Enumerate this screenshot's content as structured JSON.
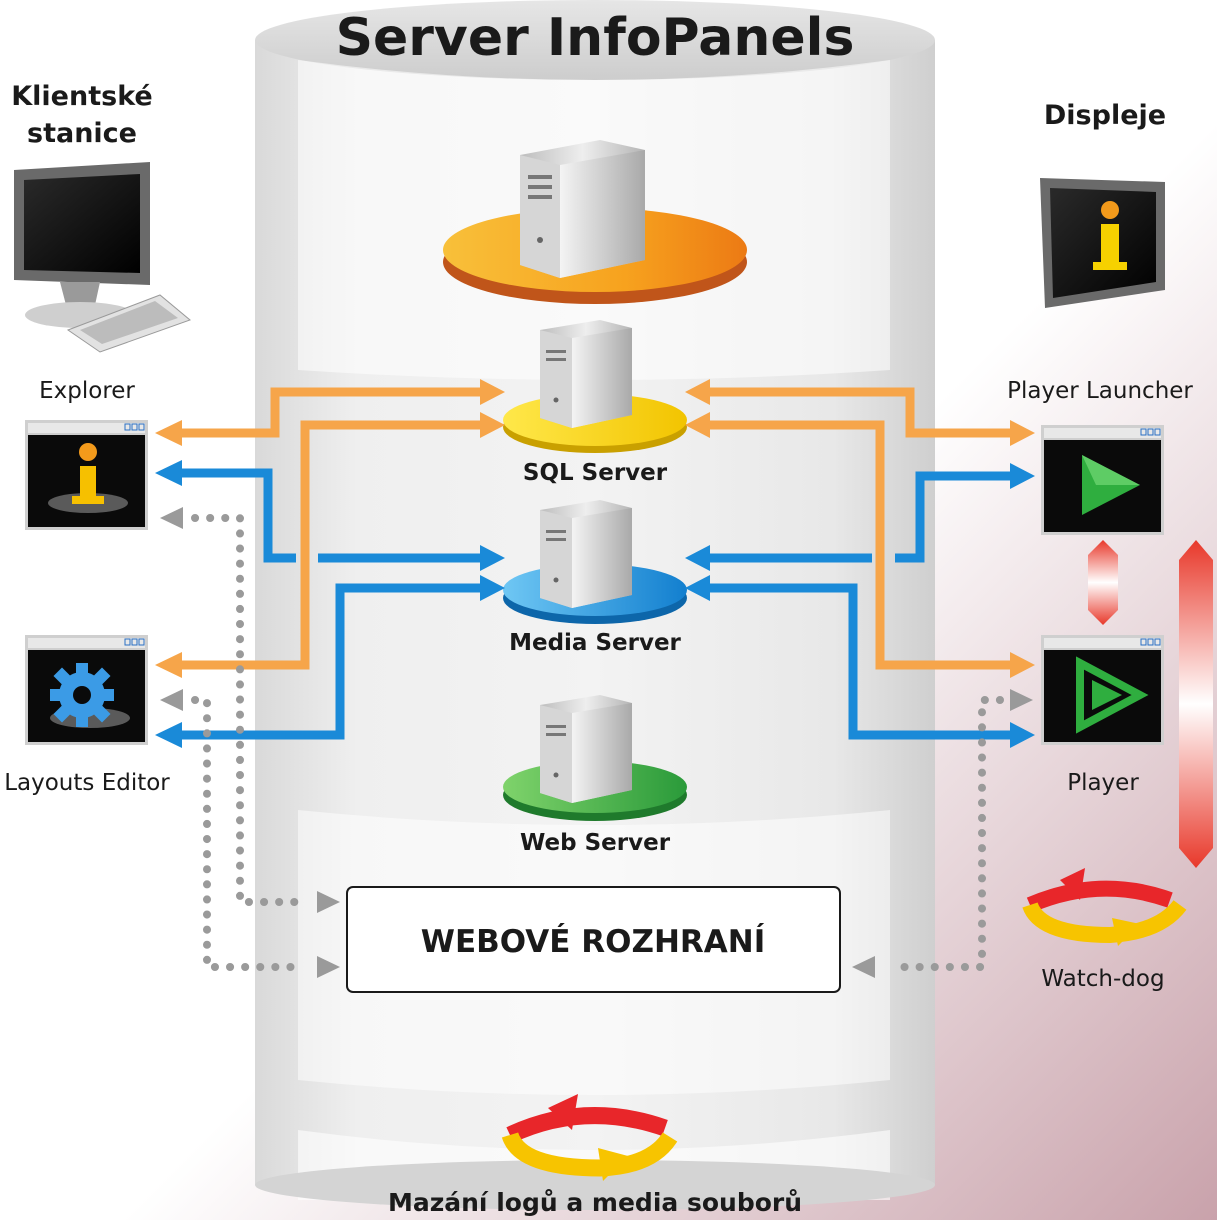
{
  "title": "Server InfoPanels",
  "left_column": {
    "heading_line1": "Klientské",
    "heading_line2": "stanice",
    "explorer_label": "Explorer",
    "layouts_editor_label": "Layouts Editor"
  },
  "right_column": {
    "heading": "Displeje",
    "player_launcher_label": "Player Launcher",
    "player_label": "Player",
    "watchdog_label": "Watch-dog"
  },
  "servers": {
    "sql": "SQL Server",
    "media": "Media Server",
    "web": "Web Server"
  },
  "web_interface": "WEBOVÉ ROZHRANÍ",
  "footer_label": "Mazání logů a media souborů",
  "colors": {
    "orange": "#f6a54a",
    "blue": "#1a8ad8",
    "gray_dots": "#9a9a9a",
    "sql_disc": "#f5d000",
    "media_disc": "#1f93df",
    "web_disc": "#3cae4a",
    "main_disc": "#f39a1b"
  },
  "icons": {
    "client_computer": "desktop-computer-icon",
    "display": "info-display-icon",
    "explorer_app": "info-app-icon",
    "layouts_app": "gear-app-icon",
    "launcher_app": "play-app-icon",
    "player_app": "play-app-icon",
    "server": "server-tower-icon",
    "cycle": "cycle-arrows-icon"
  }
}
